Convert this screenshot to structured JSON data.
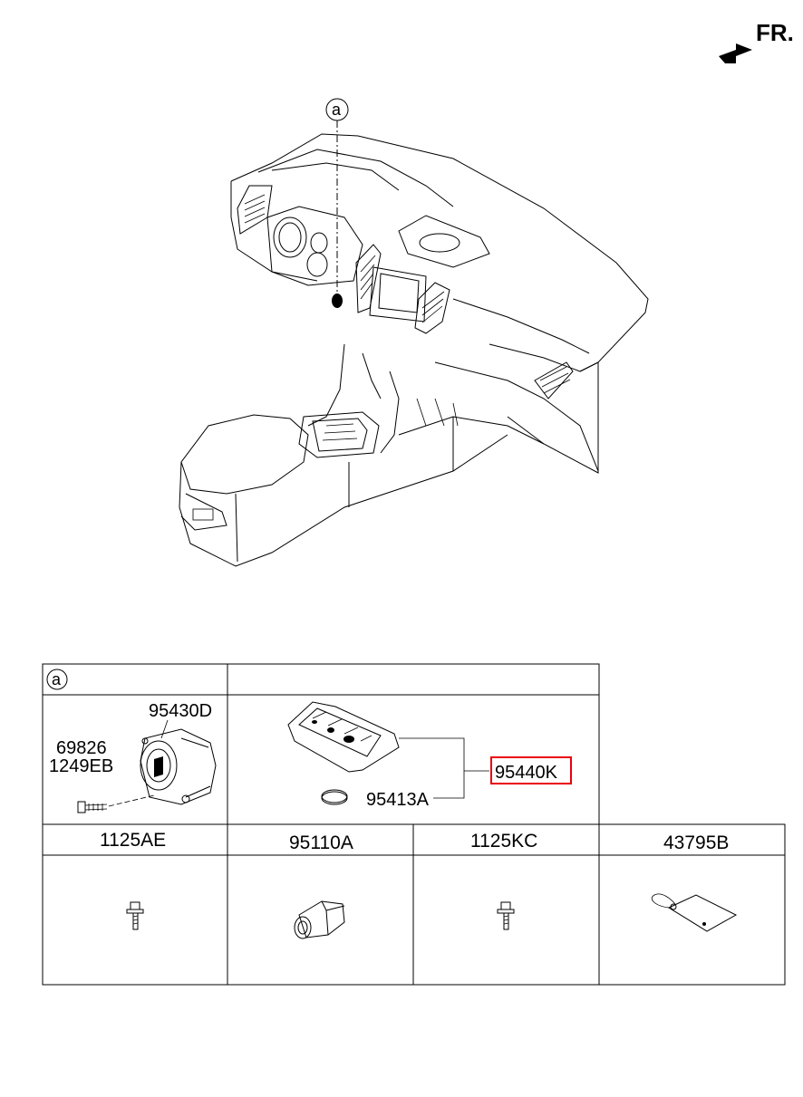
{
  "direction_label": "FR.",
  "callout_letter": "a",
  "table": {
    "section_letter": "a",
    "top_left_parts": {
      "upper": "95430D",
      "lower_1": "69826",
      "lower_2": "1249EB"
    },
    "top_right_parts": {
      "highlighted": "95440K",
      "battery": "95413A"
    },
    "columns": [
      {
        "part": "1125AE"
      },
      {
        "part": "95110A"
      },
      {
        "part": "1125KC"
      },
      {
        "part": "43795B"
      }
    ]
  },
  "colors": {
    "highlight_box": "#e8000b",
    "lines": "#000000"
  }
}
